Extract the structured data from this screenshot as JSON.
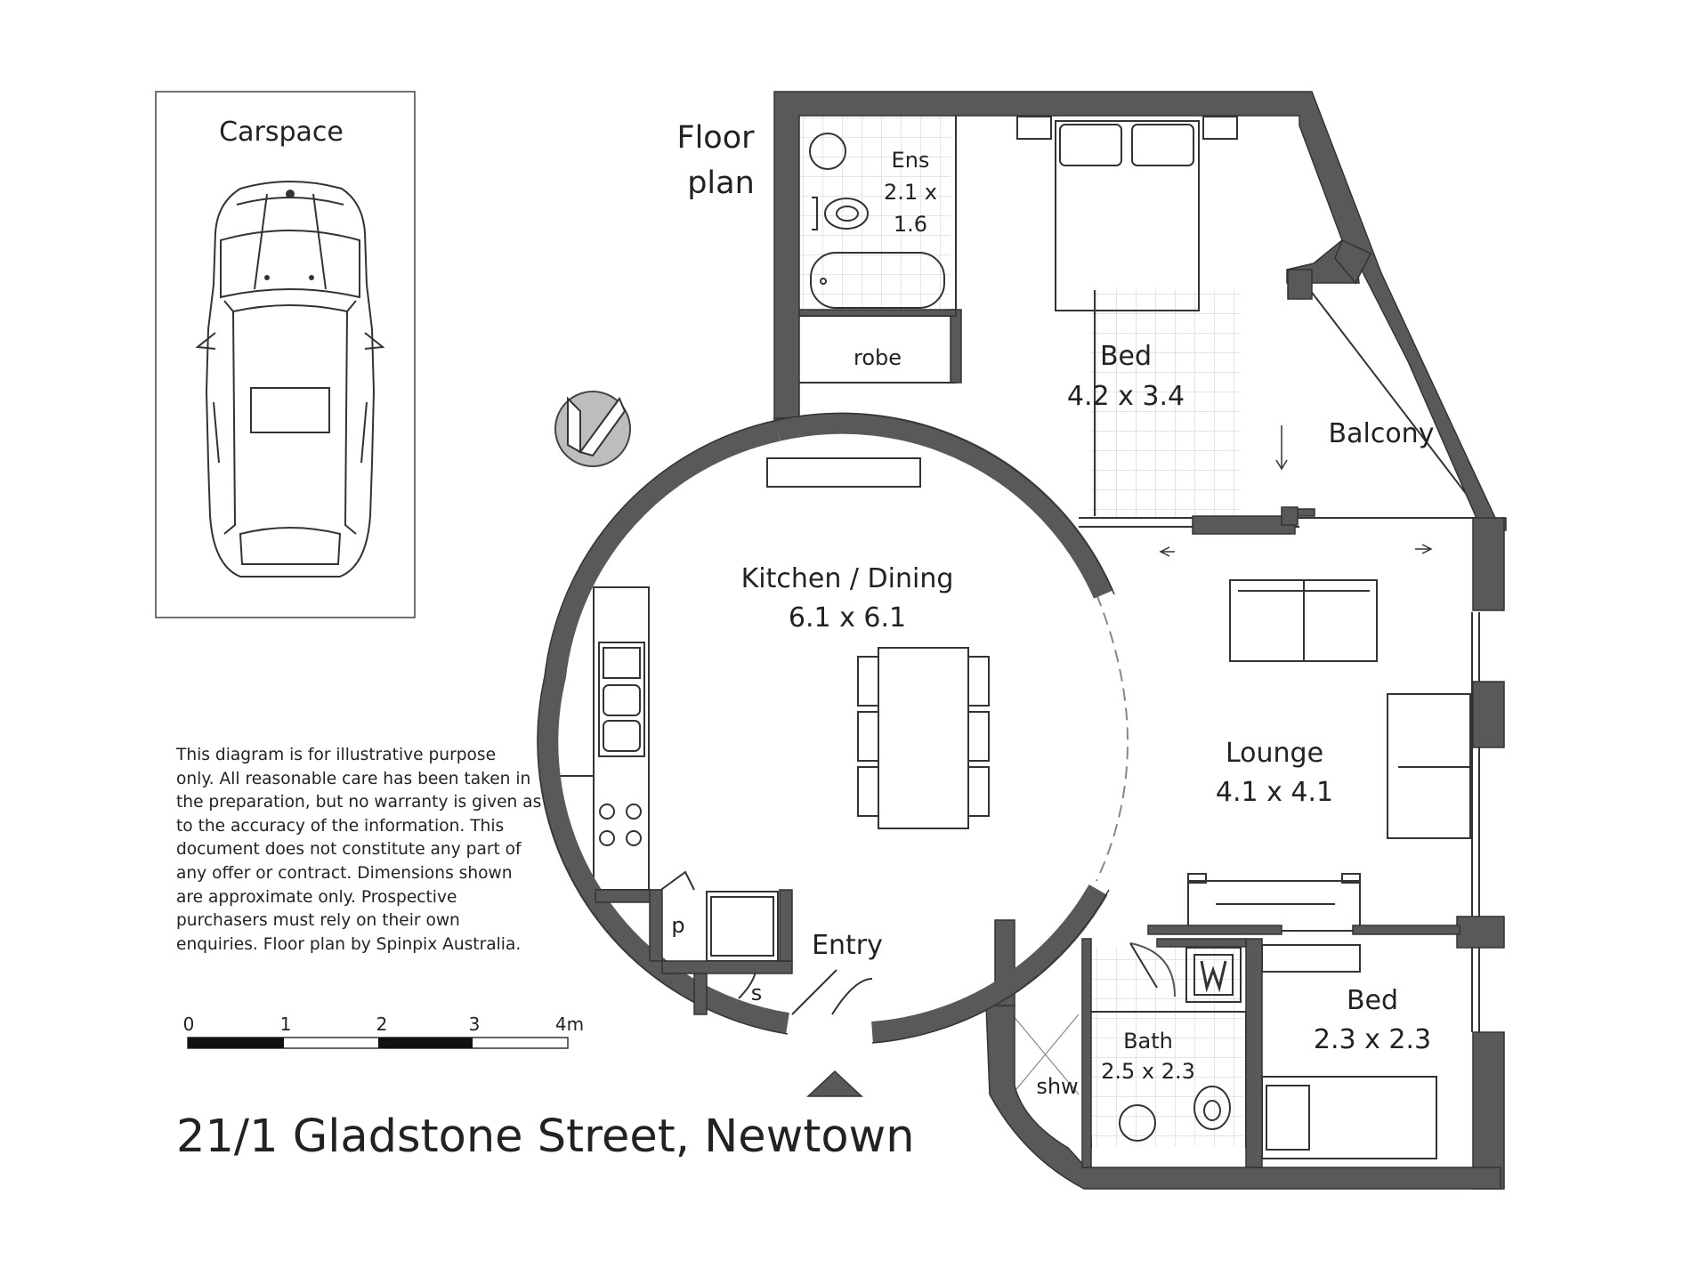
{
  "carspace": {
    "title": "Carspace"
  },
  "plan_title": {
    "line1": "Floor",
    "line2": "plan"
  },
  "rooms": {
    "ensuite": {
      "name": "Ens",
      "dim1": "2.1 x",
      "dim2": "1.6"
    },
    "robe": {
      "name": "robe"
    },
    "bed_main": {
      "name": "Bed",
      "dims": "4.2 x 3.4"
    },
    "balcony": {
      "name": "Balcony"
    },
    "kitchen": {
      "name": "Kitchen / Dining",
      "dims": "6.1 x 6.1"
    },
    "lounge": {
      "name": "Lounge",
      "dims": "4.1 x 4.1"
    },
    "bed2": {
      "name": "Bed",
      "dims": "2.3 x 2.3"
    },
    "bath": {
      "name": "Bath",
      "dims": "2.5 x 2.3"
    },
    "shower": {
      "name": "shw"
    },
    "pantry": {
      "name": "p"
    },
    "store": {
      "name": "s"
    },
    "entry": {
      "name": "Entry"
    }
  },
  "disclaimer": [
    "This diagram is for illustrative purpose",
    "only. All reasonable care has been taken in",
    "the preparation, but no warranty is given as",
    "to the accuracy of the information. This",
    "document does not constitute any part of",
    "any offer or contract. Dimensions shown",
    "are approximate only. Prospective",
    "purchasers must rely on their own",
    "enquiries. Floor plan by Spinpix Australia."
  ],
  "scale": {
    "ticks": [
      "0",
      "1",
      "2",
      "3",
      "4m"
    ]
  },
  "address": "21/1 Gladstone Street, Newtown",
  "colors": {
    "wall": "#595959",
    "line": "#333333",
    "tile": "#d5d5d5"
  },
  "icons": {
    "compass": "north-compass-icon",
    "car": "car-topview-icon"
  }
}
